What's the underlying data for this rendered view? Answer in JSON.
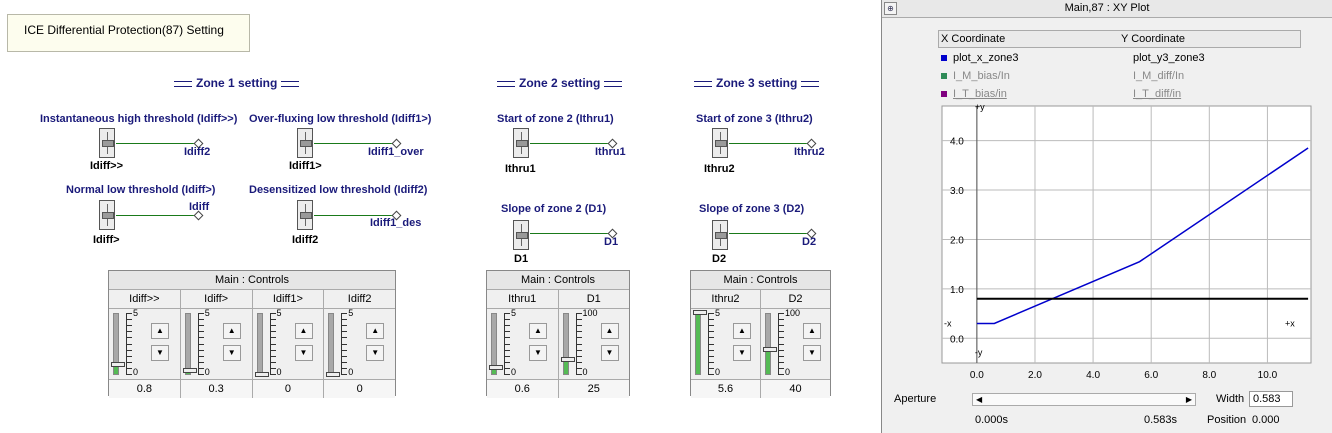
{
  "note": "ICE Differential Protection(87) Setting",
  "zones": [
    "Zone 1 setting",
    "Zone 2 setting",
    "Zone 3 setting"
  ],
  "blocks": [
    {
      "title": "Instantaneous high threshold (Idiff>>)",
      "sig": "Idiff>>",
      "out": "Idiff2"
    },
    {
      "title": "Over-fluxing low threshold (Idiff1>)",
      "sig": "Idiff1>",
      "out": "Idiff1_over"
    },
    {
      "title": "Normal low threshold (Idiff>)",
      "sig": "Idiff>",
      "out": "Idiff"
    },
    {
      "title": "Desensitized low threshold (Idiff2)",
      "sig": "Idiff2",
      "out": "Idiff1_des"
    },
    {
      "title": "Start of zone 2 (Ithru1)",
      "sig": "Ithru1",
      "out": "Ithru1"
    },
    {
      "title": "Slope of zone 2 (D1)",
      "sig": "D1",
      "out": "D1"
    },
    {
      "title": "Start of zone 3 (Ithru2)",
      "sig": "Ithru2",
      "out": "Ithru2"
    },
    {
      "title": "Slope of zone 3 (D2)",
      "sig": "D2",
      "out": "D2"
    }
  ],
  "panels": [
    {
      "title": "Main : Controls",
      "cols": [
        {
          "label": "Idiff>>",
          "max": "5",
          "min": "0",
          "value": "0.8",
          "level": 0.16
        },
        {
          "label": "Idiff>",
          "max": "5",
          "min": "0",
          "value": "0.3",
          "level": 0.06
        },
        {
          "label": "Idiff1>",
          "max": "5",
          "min": "0",
          "value": "0",
          "level": 0
        },
        {
          "label": "Idiff2",
          "max": "5",
          "min": "0",
          "value": "0",
          "level": 0
        }
      ]
    },
    {
      "title": "Main : Controls",
      "cols": [
        {
          "label": "Ithru1",
          "max": "5",
          "min": "0",
          "value": "0.6",
          "level": 0.12
        },
        {
          "label": "D1",
          "max": "100",
          "min": "0",
          "value": "25",
          "level": 0.25
        }
      ]
    },
    {
      "title": "Main : Controls",
      "cols": [
        {
          "label": "Ithru2",
          "max": "5",
          "min": "0",
          "value": "5.6",
          "level": 1.0
        },
        {
          "label": "D2",
          "max": "100",
          "min": "0",
          "value": "40",
          "level": 0.4
        }
      ]
    }
  ],
  "plot": {
    "window_title": "Main,87 : XY Plot",
    "x_head": "X Coordinate",
    "y_head": "Y Coordinate",
    "legend": [
      {
        "x": "plot_x_zone3",
        "y": "plot_y3_zone3",
        "color": "#0000cc",
        "active": true
      },
      {
        "x": "I_M_bias/In",
        "y": "I_M_diff/In",
        "color": "#2e8b57",
        "active": false
      },
      {
        "x": "I_T_bias/in",
        "y": "I_T_diff/in",
        "color": "#800080",
        "active": false
      }
    ],
    "aperture_label": "Aperture",
    "width_label": "Width",
    "width_value": "0.583",
    "time_start": "0.000s",
    "time_end": "0.583s",
    "position_label": "Position",
    "position_value": "0.000"
  },
  "chart_data": {
    "type": "line",
    "xlim": [
      -1.2,
      11.5
    ],
    "ylim": [
      -0.5,
      4.7
    ],
    "x_ticks": [
      "0.0",
      "2.0",
      "4.0",
      "6.0",
      "8.0",
      "10.0"
    ],
    "y_ticks": [
      "0.0",
      "1.0",
      "2.0",
      "3.0",
      "4.0"
    ],
    "axis_labels": {
      "plus_y": "+y",
      "minus_y": "-y",
      "minus_x": "-x",
      "plus_x": "+x"
    },
    "grid": true,
    "series": [
      {
        "color": "#0000cc",
        "x": [
          0,
          0.6,
          5.6,
          11.4
        ],
        "y": [
          0.3,
          0.3,
          1.55,
          3.85
        ]
      },
      {
        "color": "#000000",
        "x": [
          0,
          11.4
        ],
        "y": [
          0.8,
          0.8
        ]
      }
    ]
  }
}
